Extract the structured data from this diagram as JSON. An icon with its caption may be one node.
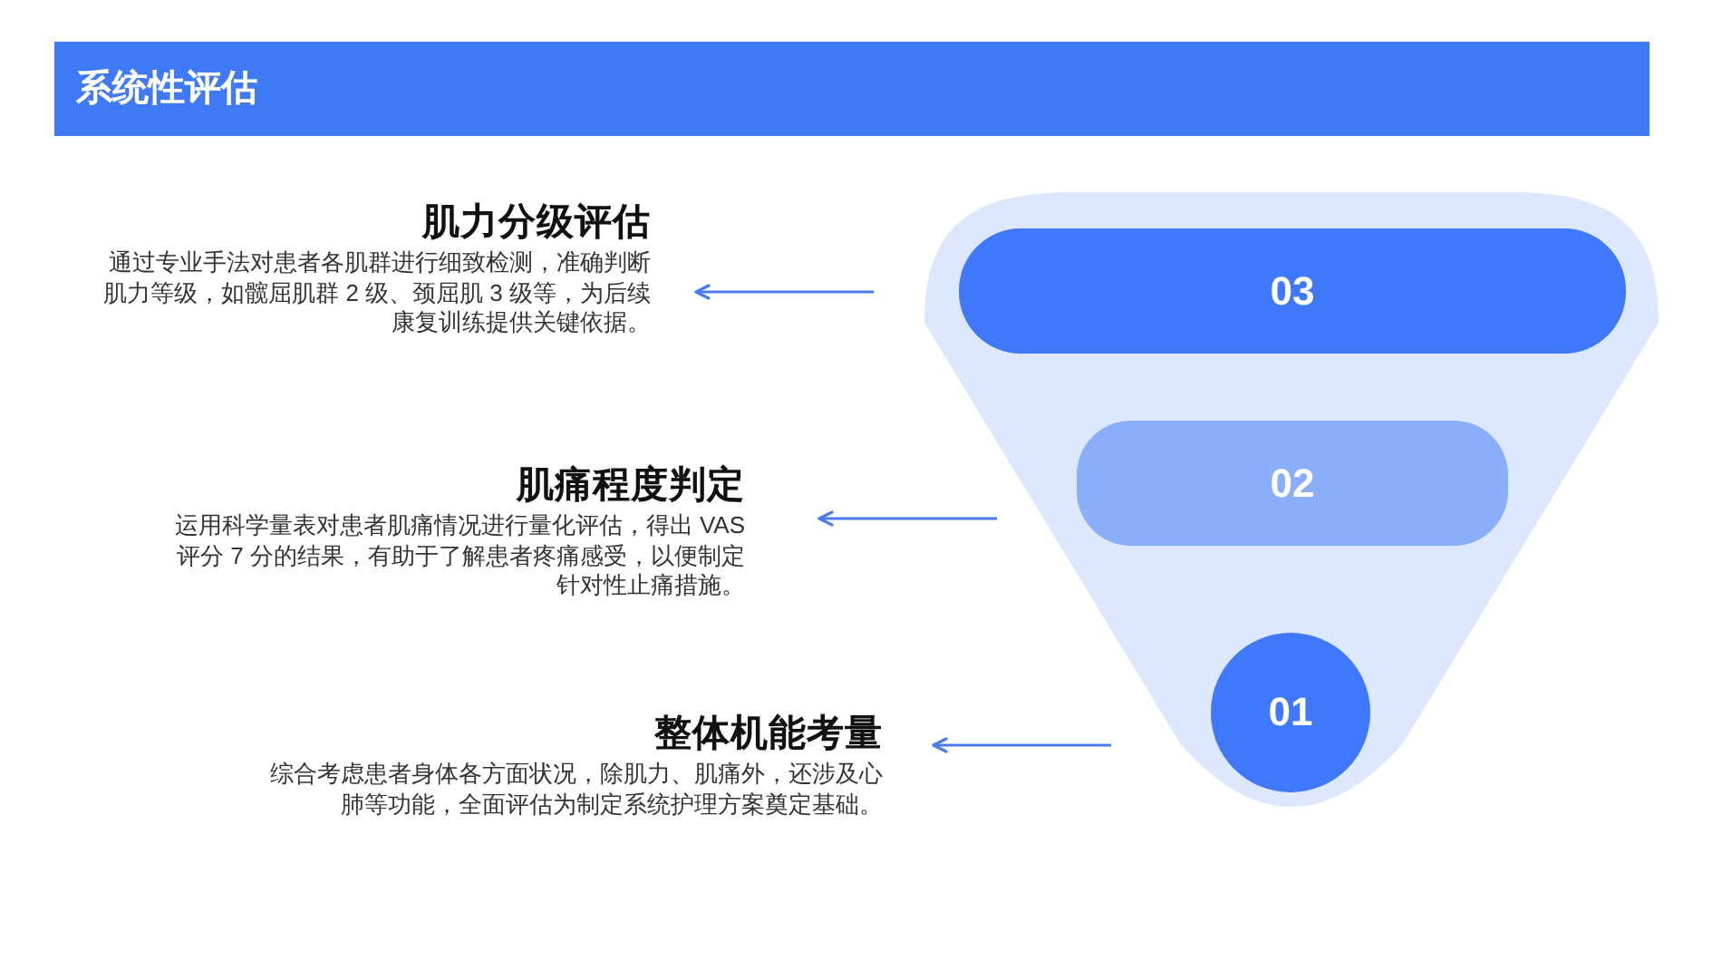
{
  "diagram": {
    "title": "系统性评估",
    "nodes": [
      {
        "text": [
          "肌力分级评估",
          "通过专业手法对患者各肌群进行细致检测，准确判断肌力等级，如髋屈肌群 2 级、颈屈肌 3 级等，为后续康复训练提供关键依据。"
        ]
      },
      {
        "text": [
          "03"
        ]
      },
      {
        "text": [
          "肌痛程度判定",
          "运用科学量表对患者肌痛情况进行量化评估，得出 VAS 评分 7 分的结果，有助于了解患者疼痛感受，以便制定针对性止痛措施。"
        ]
      },
      {
        "text": [
          "02"
        ]
      },
      {
        "text": [
          "整体机能考量",
          "综合考虑患者身体各方面状况，除肌力、肌痛外，还涉及心肺等功能，全面评估为制定系统护理方案奠定基础。"
        ]
      },
      {
        "text": [
          "01"
        ]
      }
    ],
    "edges": [
      {
        "from": null,
        "to": 0,
        "arrow": "to"
      },
      {
        "from": null,
        "to": 2,
        "arrow": "to"
      },
      {
        "from": null,
        "to": 4,
        "arrow": "to"
      }
    ]
  }
}
